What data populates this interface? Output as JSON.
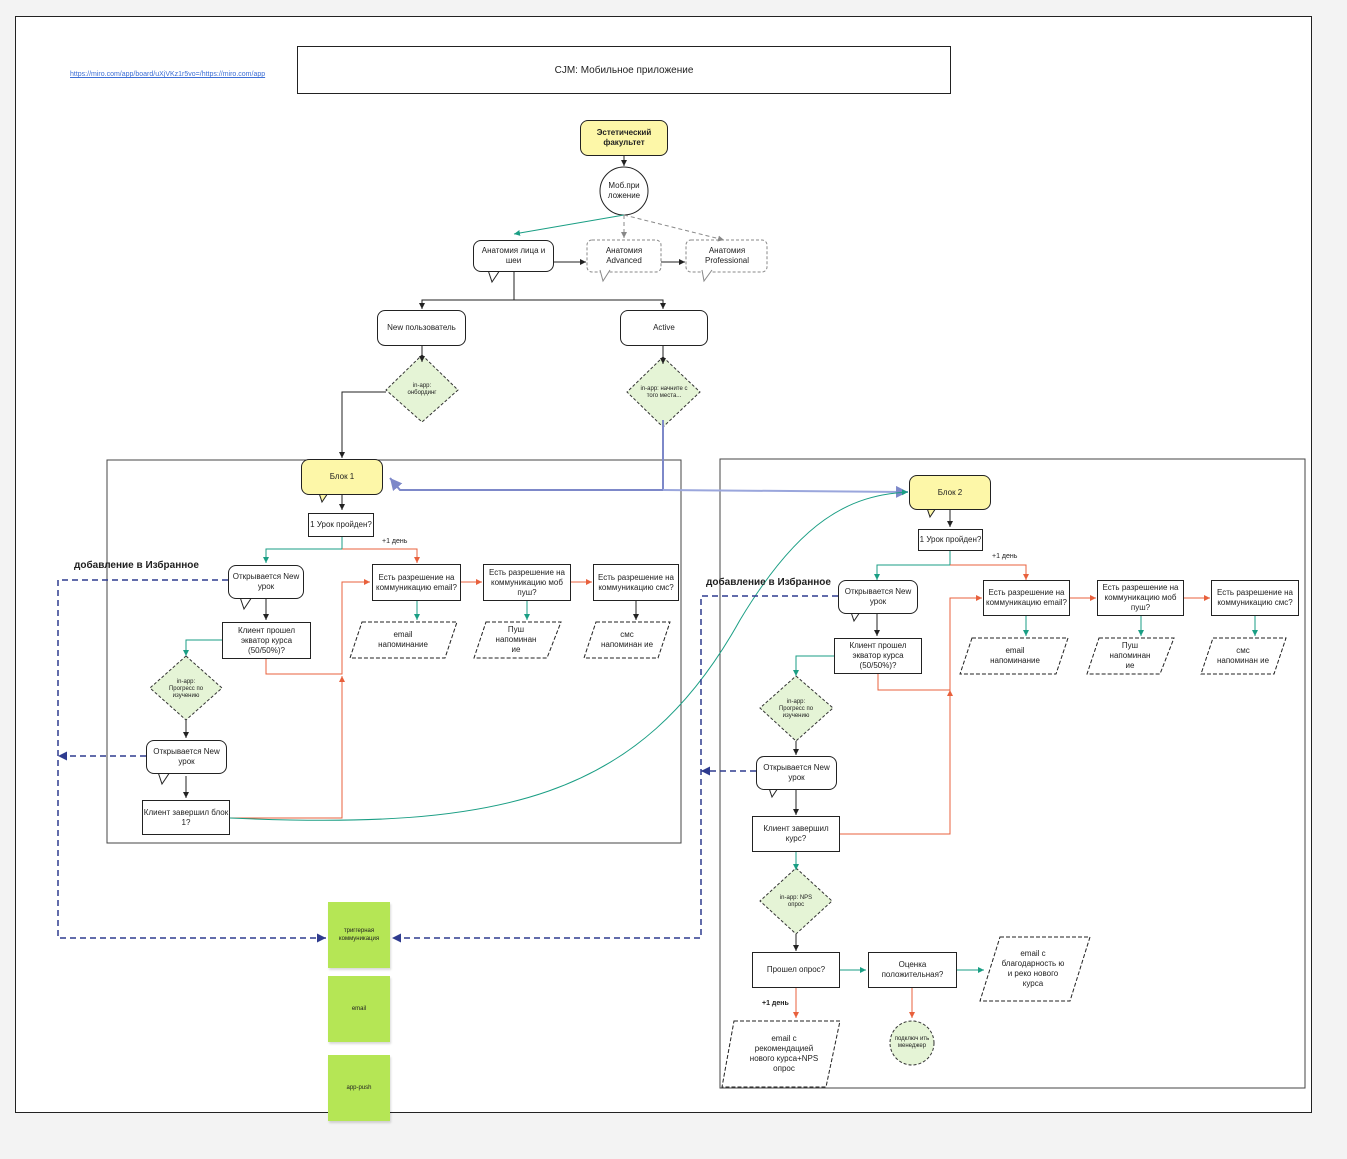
{
  "title": "CJM: Мобильное приложение",
  "link": "https://miro.com/app/board/uXjVKz1r5vo=/https://miro.com/app",
  "nodes": {
    "faculty": "Эстетический факультет",
    "mob_app": "Моб.при ложение",
    "anatomy_face": "Анатомия лица и шеи",
    "anatomy_advanced": "Анатомия Advanced",
    "anatomy_professional": "Анатомия Professional",
    "new_user": "New пользователь",
    "active": "Active",
    "inapp_onboarding": "in-app: онбординг",
    "inapp_continue": "in-app: начните с того места..."
  },
  "block1": {
    "name": "Блок 1",
    "lesson_passed": "1 Урок пройден?",
    "plus_day": "+1 день",
    "opens_new_lesson_1": "Открывается New урок",
    "equator": "Клиент прошел экватор курса (50/50%)?",
    "perm_email": "Есть разрешение на коммуникацию email?",
    "perm_push": "Есть разрешение на коммуникацию моб пуш?",
    "perm_sms": "Есть разрешение на коммуникацию смс?",
    "email_reminder": "email напоминание",
    "push_reminder": "Пуш напоминан ие",
    "sms_reminder": "смс напоминан ие",
    "inapp_progress": "in-app: Прогресс по изучению",
    "opens_new_lesson_2": "Открывается New урок",
    "finished_block": "Клиент завершил блок 1?"
  },
  "block2": {
    "name": "Блок 2",
    "lesson_passed": "1 Урок пройден?",
    "plus_day": "+1 день",
    "opens_new_lesson_1": "Открывается New урок",
    "equator": "Клиент прошел экватор курса (50/50%)?",
    "perm_email": "Есть разрешение на коммуникацию email?",
    "perm_push": "Есть разрешение на коммуникацию моб пуш?",
    "perm_sms": "Есть разрешение на коммуникацию смс?",
    "email_reminder": "email напоминание",
    "push_reminder": "Пуш напоминан ие",
    "sms_reminder": "смс напоминан ие",
    "inapp_progress": "in-app: Прогресс по изучению",
    "opens_new_lesson_2": "Открывается New урок",
    "finished_course": "Клиент завершил курс?",
    "inapp_nps": "in-app: NPS опрос",
    "survey_done": "Прошел опрос?",
    "rating_positive": "Оценка положительная?",
    "email_thanks": "email с благодарность ю и реко нового курса",
    "plus_day_bold": "+1 день",
    "email_recommend": "email с рекомендацией нового курса+NPS опрос",
    "connect_manager": "подключ ить менеджер"
  },
  "favorites_left": "добавление в Избранное",
  "favorites_right": "добавление в Избранное",
  "legend": {
    "trigger": "триггерная коммуникация",
    "email": "email",
    "app_push": "app-push"
  },
  "colors": {
    "teal": "#1a9e84",
    "orange": "#e8603c",
    "navy": "#2e3b8f",
    "lavender": "#9aa6dc",
    "note_green": "#b5e655",
    "sticky_yellow": "#fdf7a8",
    "diamond_green": "#e5f4d6"
  }
}
